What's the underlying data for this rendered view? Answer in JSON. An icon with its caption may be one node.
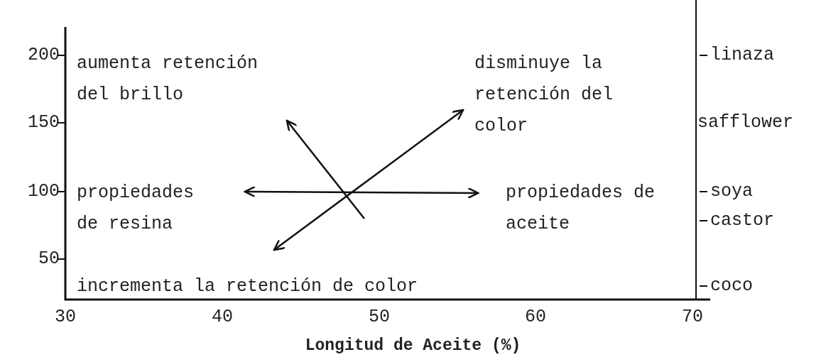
{
  "diagram": {
    "nodes": [
      {
        "text": [
          "aumenta retención del brillo"
        ]
      },
      {
        "text": [
          "disminuye la retención del color"
        ]
      },
      {
        "text": [
          "propiedades de resina"
        ]
      },
      {
        "text": [
          "propiedades de aceite"
        ]
      },
      {
        "text": [
          "incrementa la retención de color"
        ]
      }
    ],
    "edges": [
      {
        "from": null,
        "to": 0,
        "arrow": "to"
      },
      {
        "from": 4,
        "to": 1,
        "arrow": "both"
      },
      {
        "from": 2,
        "to": 3,
        "arrow": "both"
      }
    ],
    "labels": [
      "200",
      "linaza",
      "150",
      "safflower",
      "100",
      "soya",
      "castor",
      "50",
      "coco",
      "30",
      "40",
      "50",
      "60",
      "70",
      "Longitud de Aceite (%)"
    ]
  }
}
